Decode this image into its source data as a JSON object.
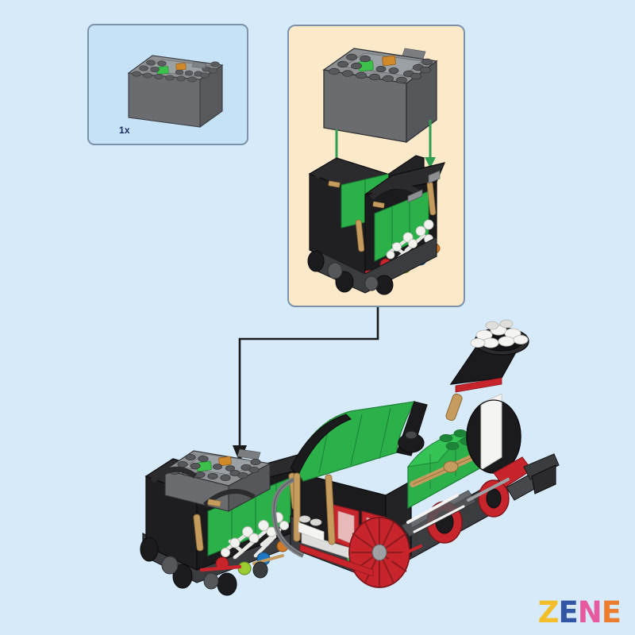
{
  "page": {
    "kind": "lego-building-instruction-step",
    "background_color": "#d6eafa"
  },
  "parts_callout": {
    "name": "parts-callout-box",
    "background_color": "#c5e2f7",
    "border_color": "#7a93ab",
    "quantity_label": "1x",
    "quantity_color": "#1b2a5c",
    "part": {
      "name": "battery-box-brick",
      "body_color": "#6e7073",
      "top_color": "#8d9194",
      "stud_color": "#5a5c5f",
      "indicator_color": "#3cc24b",
      "switch_color": "#d08a2a"
    }
  },
  "step_panel": {
    "name": "assembly-step-panel",
    "background_color": "#fce9c9",
    "border_color": "#7a93ab",
    "placement_arrow_color": "#2f9e52",
    "arrow_count": 2,
    "part_being_added": "battery-box-brick",
    "target_assembly": "tender-car",
    "tender_colors": {
      "body": "#1b1b1d",
      "panel": "#2cb04a",
      "frame": "#46484b",
      "pipe": "#c59b5e",
      "bulb_red": "#c8242b",
      "bulb_lime": "#9acd32",
      "bulb_blue": "#1f77c4"
    }
  },
  "connector": {
    "name": "callout-connector-line",
    "color": "#1a1a1a",
    "arrow_target": "tender-car-top"
  },
  "main_model": {
    "name": "christmas-steam-locomotive",
    "parts": [
      {
        "name": "tender-car",
        "color": "#1b1b1d"
      },
      {
        "name": "locomotive-cab",
        "color": "#2cb04a"
      },
      {
        "name": "boiler",
        "color": "#2cb04a"
      },
      {
        "name": "smokestack",
        "color": "#1b1b1d"
      },
      {
        "name": "driving-wheels",
        "color": "#c8242b"
      },
      {
        "name": "wreath-decoration",
        "color": "#2cb04a"
      }
    ],
    "colors": {
      "black": "#1b1b1d",
      "dark_gray": "#46484b",
      "mid_gray": "#6e7073",
      "light_gray": "#9da1a4",
      "green": "#2cb04a",
      "green_dark": "#1d8438",
      "red": "#c8242b",
      "red_dark": "#8f1a20",
      "white": "#f4f4f2",
      "brass": "#c59b5e",
      "brass_dark": "#9a7540",
      "window": "#e8b9b9"
    }
  },
  "watermark": {
    "name": "zene-watermark",
    "letters": [
      {
        "char": "Z",
        "color": "#f5bc1e"
      },
      {
        "char": "E",
        "color": "#2a4fa0"
      },
      {
        "char": "N",
        "color": "#e8539b"
      },
      {
        "char": "E",
        "color": "#ee7824"
      }
    ]
  }
}
